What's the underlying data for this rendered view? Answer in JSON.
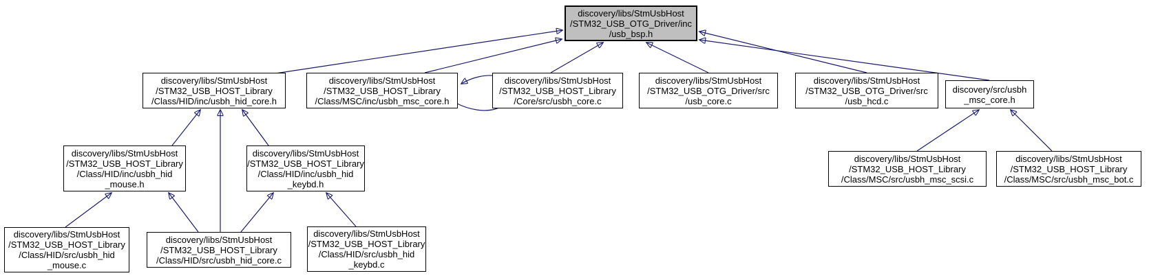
{
  "graph": {
    "type": "doxygen-included-by-graph",
    "background_color": "#ffffff",
    "edge_color": "#191970",
    "node_border_color": "#000000",
    "node_fill_color": "#ffffff",
    "highlighted_node_fill_color": "#bfbfbf",
    "nodes": [
      {
        "id": "usb_bsp_h",
        "highlighted": true,
        "label": "discovery/libs/StmUsbHost\n/STM32_USB_OTG_Driver/inc\n/usb_bsp.h"
      },
      {
        "id": "usbh_hid_core_h",
        "highlighted": false,
        "label": "discovery/libs/StmUsbHost\n/STM32_USB_HOST_Library\n/Class/HID/inc/usbh_hid_core.h"
      },
      {
        "id": "usbh_msc_core_h_lib",
        "highlighted": false,
        "label": "discovery/libs/StmUsbHost\n/STM32_USB_HOST_Library\n/Class/MSC/inc/usbh_msc_core.h"
      },
      {
        "id": "usbh_core_c",
        "highlighted": false,
        "label": "discovery/libs/StmUsbHost\n/STM32_USB_HOST_Library\n/Core/src/usbh_core.c"
      },
      {
        "id": "usb_core_c",
        "highlighted": false,
        "label": "discovery/libs/StmUsbHost\n/STM32_USB_OTG_Driver/src\n/usb_core.c"
      },
      {
        "id": "usb_hcd_c",
        "highlighted": false,
        "label": "discovery/libs/StmUsbHost\n/STM32_USB_OTG_Driver/src\n/usb_hcd.c"
      },
      {
        "id": "usbh_msc_core_h_src",
        "highlighted": false,
        "label": "discovery/src/usbh\n_msc_core.h"
      },
      {
        "id": "usbh_hid_mouse_h",
        "highlighted": false,
        "label": "discovery/libs/StmUsbHost\n/STM32_USB_HOST_Library\n/Class/HID/inc/usbh_hid\n_mouse.h"
      },
      {
        "id": "usbh_hid_keybd_h",
        "highlighted": false,
        "label": "discovery/libs/StmUsbHost\n/STM32_USB_HOST_Library\n/Class/HID/inc/usbh_hid\n_keybd.h"
      },
      {
        "id": "usbh_msc_scsi_c",
        "highlighted": false,
        "label": "discovery/libs/StmUsbHost\n/STM32_USB_HOST_Library\n/Class/MSC/src/usbh_msc_scsi.c"
      },
      {
        "id": "usbh_msc_bot_c",
        "highlighted": false,
        "label": "discovery/libs/StmUsbHost\n/STM32_USB_HOST_Library\n/Class/MSC/src/usbh_msc_bot.c"
      },
      {
        "id": "usbh_hid_mouse_c",
        "highlighted": false,
        "label": "discovery/libs/StmUsbHost\n/STM32_USB_HOST_Library\n/Class/HID/src/usbh_hid\n_mouse.c"
      },
      {
        "id": "usbh_hid_core_c",
        "highlighted": false,
        "label": "discovery/libs/StmUsbHost\n/STM32_USB_HOST_Library\n/Class/HID/src/usbh_hid_core.c"
      },
      {
        "id": "usbh_hid_keybd_c",
        "highlighted": false,
        "label": "discovery/libs/StmUsbHost\n/STM32_USB_HOST_Library\n/Class/HID/src/usbh_hid\n_keybd.c"
      }
    ],
    "edges": [
      {
        "from": "usbh_hid_core_h",
        "to": "usb_bsp_h"
      },
      {
        "from": "usbh_msc_core_h_lib",
        "to": "usb_bsp_h"
      },
      {
        "from": "usbh_core_c",
        "to": "usb_bsp_h"
      },
      {
        "from": "usb_core_c",
        "to": "usb_bsp_h"
      },
      {
        "from": "usb_hcd_c",
        "to": "usb_bsp_h"
      },
      {
        "from": "usbh_msc_core_h_src",
        "to": "usb_bsp_h"
      },
      {
        "from": "usbh_msc_core_h_lib",
        "to": "usbh_msc_core_h_lib"
      },
      {
        "from": "usbh_hid_mouse_h",
        "to": "usbh_hid_core_h"
      },
      {
        "from": "usbh_hid_keybd_h",
        "to": "usbh_hid_core_h"
      },
      {
        "from": "usbh_hid_core_c",
        "to": "usbh_hid_core_h"
      },
      {
        "from": "usbh_hid_mouse_c",
        "to": "usbh_hid_mouse_h"
      },
      {
        "from": "usbh_hid_core_c",
        "to": "usbh_hid_mouse_h"
      },
      {
        "from": "usbh_hid_core_c",
        "to": "usbh_hid_keybd_h"
      },
      {
        "from": "usbh_hid_keybd_c",
        "to": "usbh_hid_keybd_h"
      },
      {
        "from": "usbh_msc_scsi_c",
        "to": "usbh_msc_core_h_src"
      },
      {
        "from": "usbh_msc_bot_c",
        "to": "usbh_msc_core_h_src"
      }
    ]
  }
}
